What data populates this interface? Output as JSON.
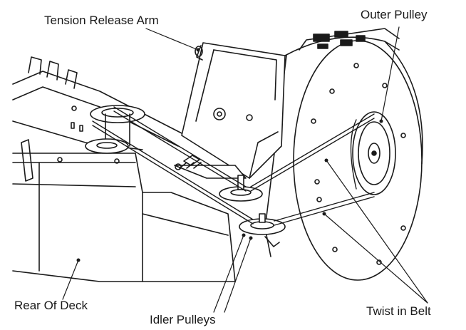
{
  "labels": {
    "tension_release_arm": "Tension Release Arm",
    "outer_pulley": "Outer Pulley",
    "rear_of_deck": "Rear Of Deck",
    "idler_pulleys": "Idler Pulleys",
    "twist_in_belt": "Twist in Belt"
  },
  "colors": {
    "ink": "#1a1a1a",
    "background": "#ffffff"
  }
}
